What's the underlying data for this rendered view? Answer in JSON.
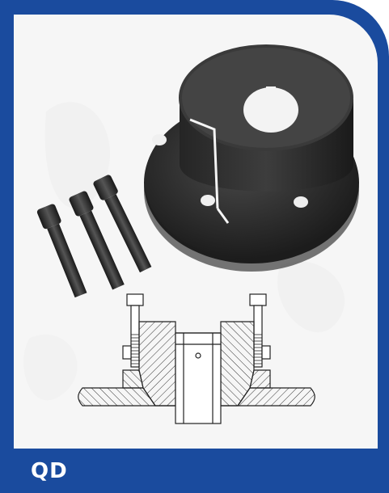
{
  "product": {
    "label": "QD",
    "accent_color": "#1a4b9e",
    "panel_color": "#f6f6f6"
  },
  "images": [
    {
      "name": "qd-bushing-photo"
    },
    {
      "name": "cap-screws-photo"
    },
    {
      "name": "cross-section-drawing"
    }
  ]
}
